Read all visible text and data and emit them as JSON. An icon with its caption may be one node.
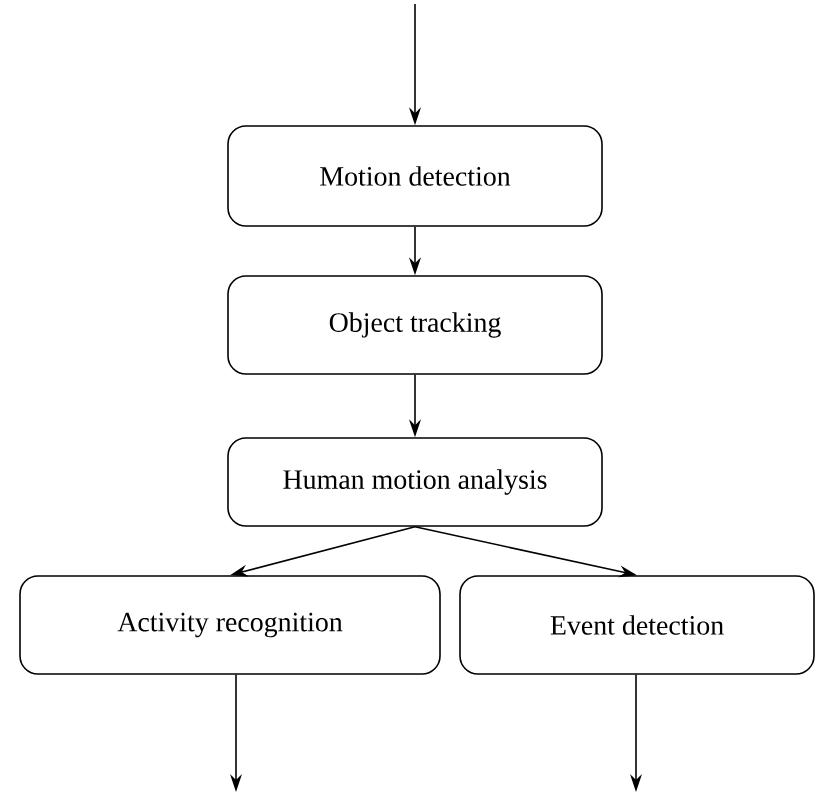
{
  "diagram": {
    "nodes": [
      {
        "text": [
          "Motion detection"
        ]
      },
      {
        "text": [
          "Object tracking"
        ]
      },
      {
        "text": [
          "Human motion analysis"
        ]
      },
      {
        "text": [
          "Activity recognition"
        ]
      },
      {
        "text": [
          "Event detection"
        ]
      }
    ],
    "edges": [
      {
        "from": null,
        "to": 0,
        "arrow": "to"
      },
      {
        "from": 0,
        "to": 1,
        "arrow": "to"
      },
      {
        "from": 1,
        "to": 2,
        "arrow": "to"
      },
      {
        "from": 2,
        "to": 3,
        "arrow": "to"
      },
      {
        "from": 2,
        "to": 4,
        "arrow": "to"
      },
      {
        "from": 3,
        "to": null,
        "arrow": "to"
      },
      {
        "from": 4,
        "to": null,
        "arrow": "to"
      }
    ]
  }
}
